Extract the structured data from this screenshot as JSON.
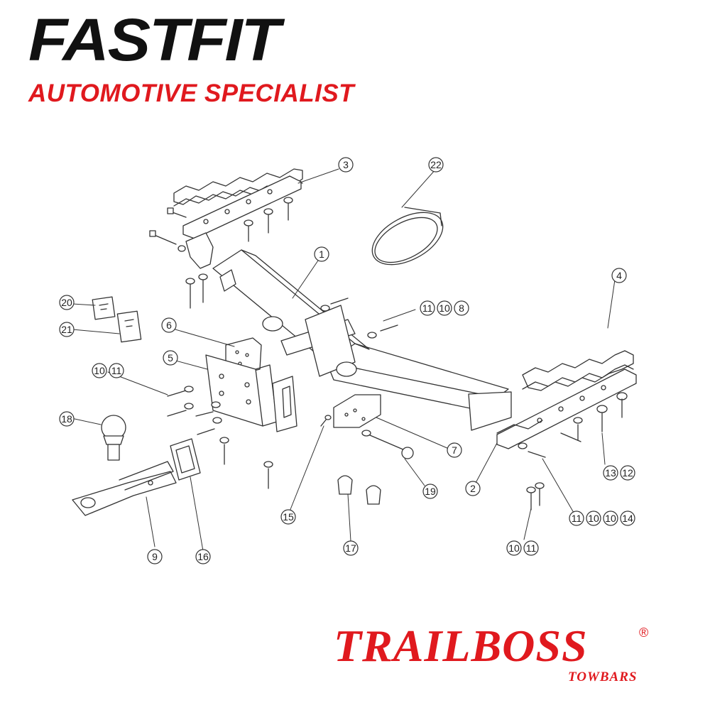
{
  "branding": {
    "fastfit_logo": "FASTFIT",
    "tagline": "AUTOMOTIVE SPECIALIST",
    "trailboss_logo": "TRAILBOSS",
    "registered_mark": "®",
    "trailboss_sub": "TOWBARS"
  },
  "colors": {
    "brand_black": "#111111",
    "brand_red": "#e0191e",
    "line": "#333333",
    "part_fill": "#ffffff"
  },
  "callouts": {
    "c1": "1",
    "c2": "2",
    "c3": "3",
    "c4": "4",
    "c5": "5",
    "c6": "6",
    "c7": "7",
    "c9": "9",
    "c15": "15",
    "c16": "16",
    "c17": "17",
    "c18": "18",
    "c19": "19",
    "c20": "20",
    "c21": "21",
    "c22": "22",
    "g_11_10_8": [
      "11",
      "10",
      "8"
    ],
    "g_10_11_left": [
      "10",
      "11"
    ],
    "g_13_12": [
      "13",
      "12"
    ],
    "g_11_10_10_14": [
      "11",
      "10",
      "10",
      "14"
    ],
    "g_10_11_bottom": [
      "10",
      "11"
    ]
  }
}
